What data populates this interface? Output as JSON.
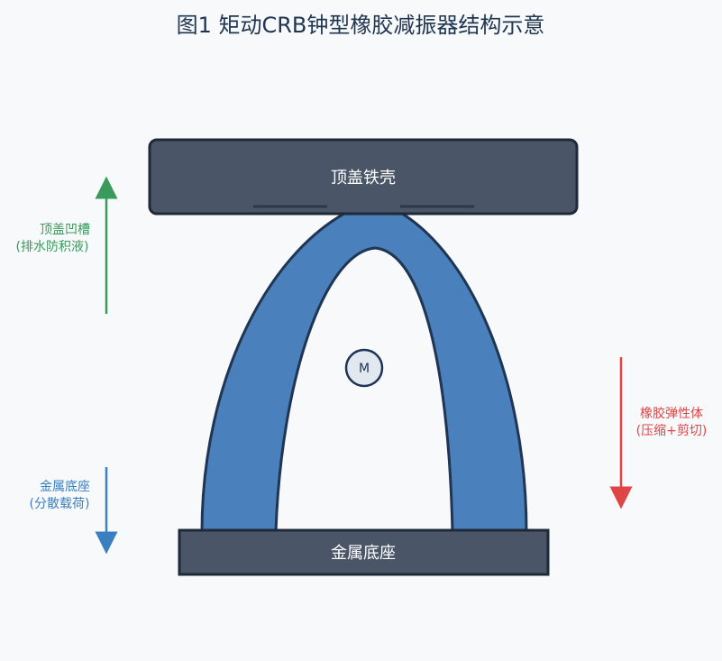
{
  "title": "图1  矩动CRB钟型橡胶减振器结构示意",
  "parts": {
    "top_cover": "顶盖铁壳",
    "base": "金属底座",
    "center_mark": "M"
  },
  "annotations": {
    "groove": {
      "line1": "顶盖凹槽",
      "line2": "(排水防积液)",
      "color": "#3a9a5c"
    },
    "base_note": {
      "line1": "金属底座",
      "line2": "(分散载荷)",
      "color": "#3a80c0"
    },
    "rubber": {
      "line1": "橡胶弹性体",
      "line2": "(压缩+剪切)",
      "color": "#e04545"
    }
  },
  "colors": {
    "title": "#1f3550",
    "metal": "#4a5568",
    "rubber": "#4a80bb",
    "outline": "#1f3553"
  }
}
